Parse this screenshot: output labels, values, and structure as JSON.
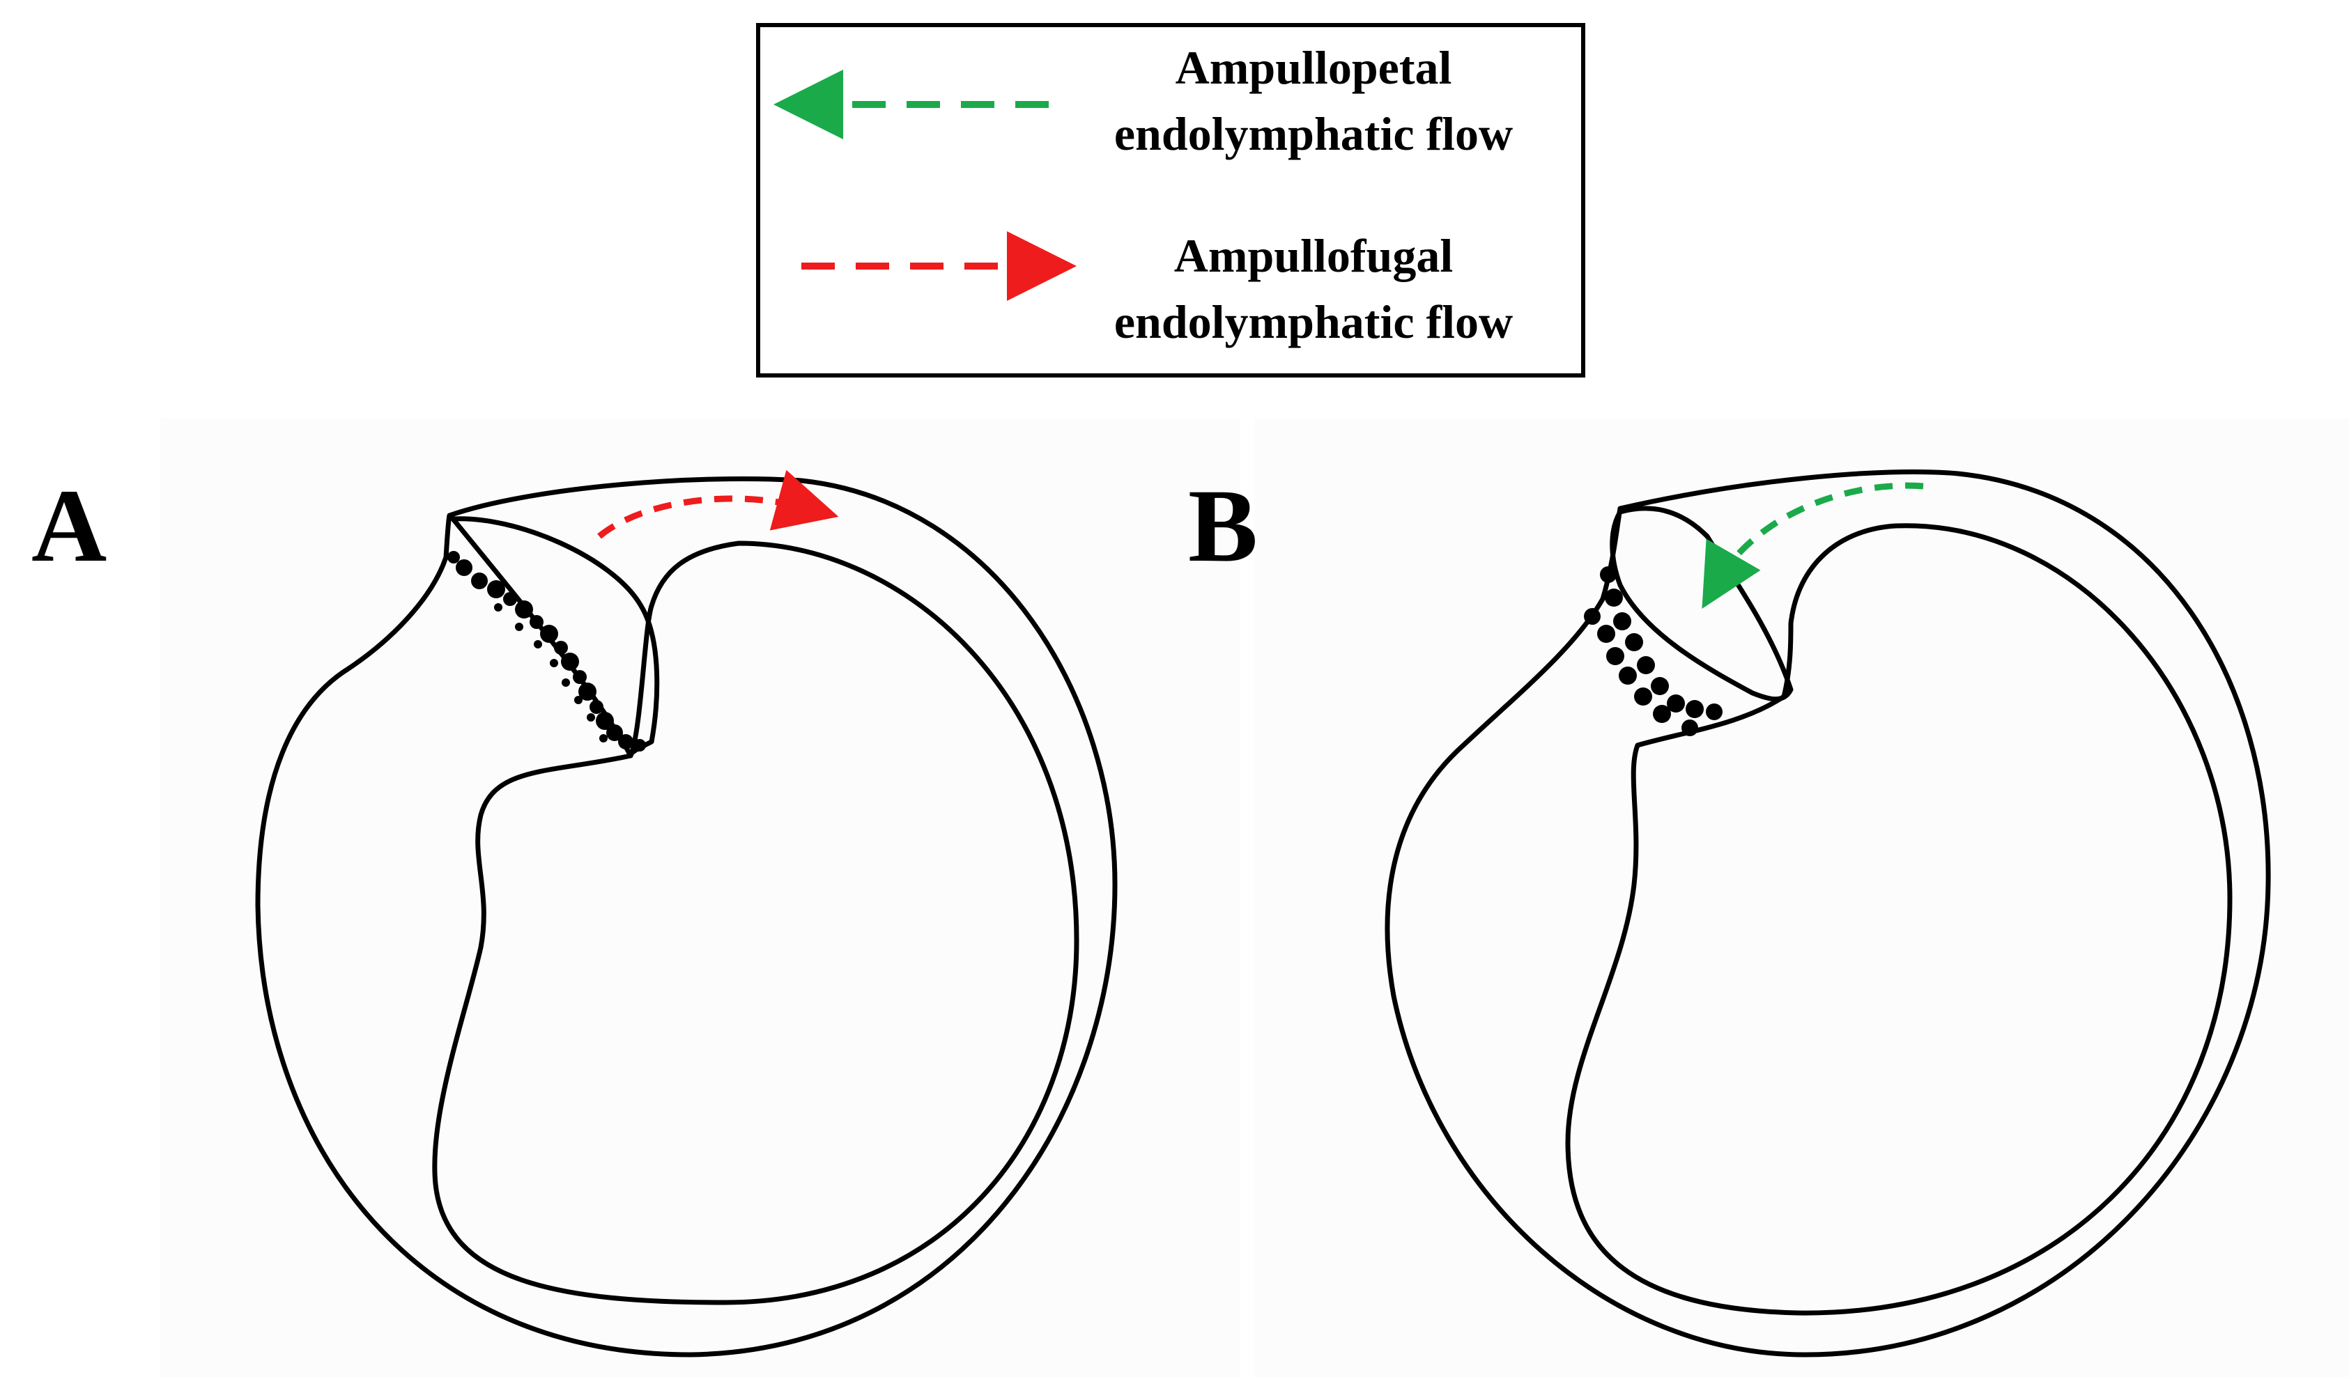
{
  "legend": {
    "items": [
      {
        "line1": "Ampullopetal",
        "line2": "endolymphatic flow",
        "color": "#1aaa4a",
        "direction": "left"
      },
      {
        "line1": "Ampullofugal",
        "line2": "endolymphatic flow",
        "color": "#ee1c1c",
        "direction": "right"
      }
    ]
  },
  "panels": [
    {
      "label": "A",
      "flow": "ampullofugal",
      "arrow_color": "#ee1c1c"
    },
    {
      "label": "B",
      "flow": "ampullopetal",
      "arrow_color": "#1aaa4a"
    }
  ],
  "colors": {
    "outline": "#000000",
    "background": "#ffffff",
    "panel_background": "#fcfcfc"
  },
  "icons": [
    "dashed-arrow-left-icon",
    "dashed-arrow-right-icon",
    "otoconia-particles"
  ]
}
